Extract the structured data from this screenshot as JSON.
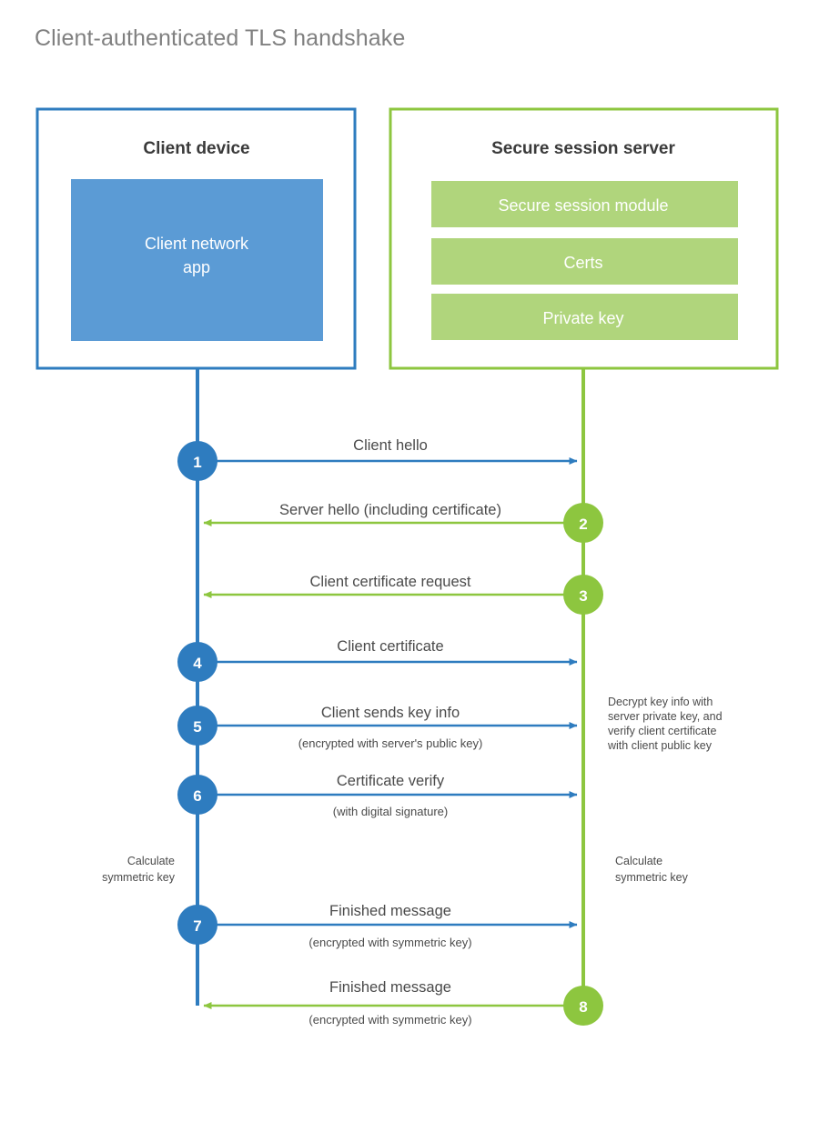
{
  "title": "Client-authenticated TLS handshake",
  "colors": {
    "client_blue": "#2e7cbf",
    "client_fill_blue": "#5b9bd5",
    "server_green": "#8dc63f",
    "server_fill_green": "#b0d57c",
    "title_gray": "#808080",
    "text_gray": "#4a4a4a",
    "background": "#ffffff"
  },
  "actors": {
    "client": {
      "title": "Client device",
      "inner_boxes": [
        {
          "label": "Client network app"
        }
      ]
    },
    "server": {
      "title": "Secure session server",
      "inner_boxes": [
        {
          "label": "Secure session module"
        },
        {
          "label": "Certs"
        },
        {
          "label": "Private key"
        }
      ]
    }
  },
  "chart_data": {
    "type": "sequence-diagram",
    "title": "Client-authenticated TLS handshake",
    "participants": [
      "Client device",
      "Secure session server"
    ],
    "steps": [
      {
        "number": "1",
        "label": "Client hello",
        "sublabel": "",
        "direction": "client-to-server",
        "color": "#2e7cbf"
      },
      {
        "number": "2",
        "label": "Server hello (including certificate)",
        "sublabel": "",
        "direction": "server-to-client",
        "color": "#8dc63f"
      },
      {
        "number": "3",
        "label": "Client certificate request",
        "sublabel": "",
        "direction": "server-to-client",
        "color": "#8dc63f"
      },
      {
        "number": "4",
        "label": "Client certificate",
        "sublabel": "",
        "direction": "client-to-server",
        "color": "#2e7cbf"
      },
      {
        "number": "5",
        "label": "Client sends key info",
        "sublabel": "(encrypted with server's public key)",
        "direction": "client-to-server",
        "color": "#2e7cbf"
      },
      {
        "number": "6",
        "label": "Certificate verify",
        "sublabel": "(with digital signature)",
        "direction": "client-to-server",
        "color": "#2e7cbf"
      },
      {
        "number": "7",
        "label": "Finished message",
        "sublabel": "(encrypted with symmetric key)",
        "direction": "client-to-server",
        "color": "#2e7cbf"
      },
      {
        "number": "8",
        "label": "Finished message",
        "sublabel": "(encrypted with symmetric key)",
        "direction": "server-to-client",
        "color": "#8dc63f"
      }
    ],
    "notes": [
      {
        "side": "server",
        "lines": [
          "Decrypt key info with",
          "server private key, and",
          "verify client certificate",
          "with client public key"
        ]
      },
      {
        "side": "client",
        "lines": [
          "Calculate",
          "symmetric key"
        ]
      },
      {
        "side": "server",
        "lines": [
          "Calculate",
          "symmetric key"
        ]
      }
    ]
  }
}
